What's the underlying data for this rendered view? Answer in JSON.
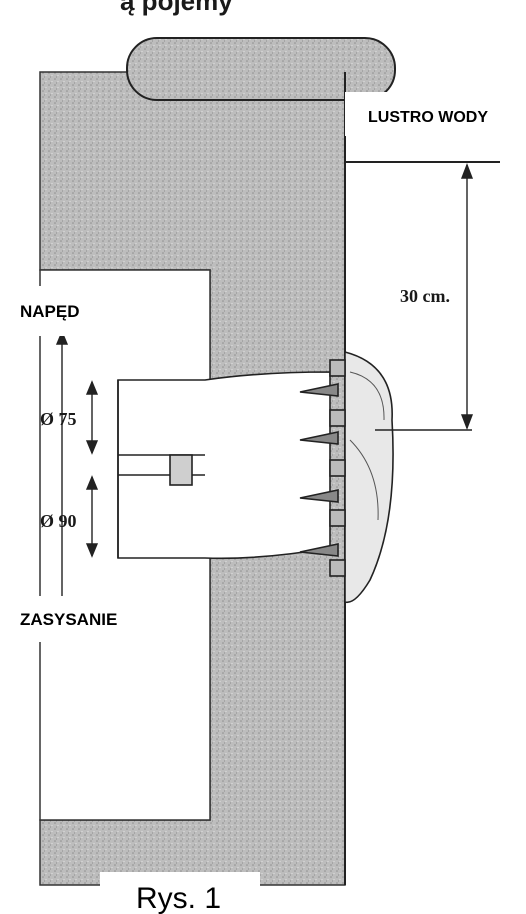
{
  "header_fragment": "ą   pojemy",
  "labels": {
    "water_level": "LUSTRO WODY",
    "drive": "NAPĘD",
    "suction": "ZASYSANIE",
    "distance": "30 cm.",
    "diameter_top": "Ø 75",
    "diameter_bottom": "Ø 90"
  },
  "caption": "Rys. 1",
  "colors": {
    "concrete": "#c4c4c4",
    "concrete_dark": "#9a9a9a",
    "ink": "#1a1a1a",
    "label_bg": "#ffffff"
  }
}
